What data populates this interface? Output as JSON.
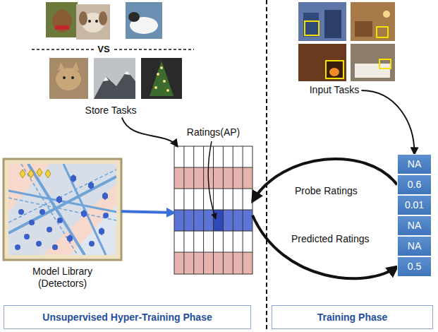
{
  "diagram": {
    "nodes": [
      {
        "text": [
          "Store Tasks"
        ]
      },
      {
        "text": [
          "Input Tasks"
        ]
      },
      {
        "text": [
          "Ratings(AP)"
        ]
      },
      {
        "text": [
          "NA"
        ]
      },
      {
        "text": [
          "0.6"
        ]
      },
      {
        "text": [
          "0.01"
        ]
      },
      {
        "text": [
          "NA"
        ]
      },
      {
        "text": [
          "NA"
        ]
      },
      {
        "text": [
          "0.5"
        ]
      },
      {
        "text": [
          "Model Library (Detectors)"
        ]
      },
      {
        "text": [
          "Unsupervised Hyper-Training Phase"
        ]
      },
      {
        "text": [
          "Training Phase"
        ]
      }
    ],
    "edges": [
      {
        "from": 0,
        "to": 2,
        "arrow": "to"
      },
      {
        "from": 9,
        "to": 2,
        "arrow": "to"
      },
      {
        "from": 1,
        "to": 3,
        "arrow": "to"
      },
      {
        "from": 4,
        "to": 2,
        "label": "Probe Ratings",
        "arrow": "to"
      },
      {
        "from": 2,
        "to": 8,
        "label": "Predicted Ratings",
        "arrow": "to"
      }
    ],
    "labels": [
      "VS"
    ]
  }
}
